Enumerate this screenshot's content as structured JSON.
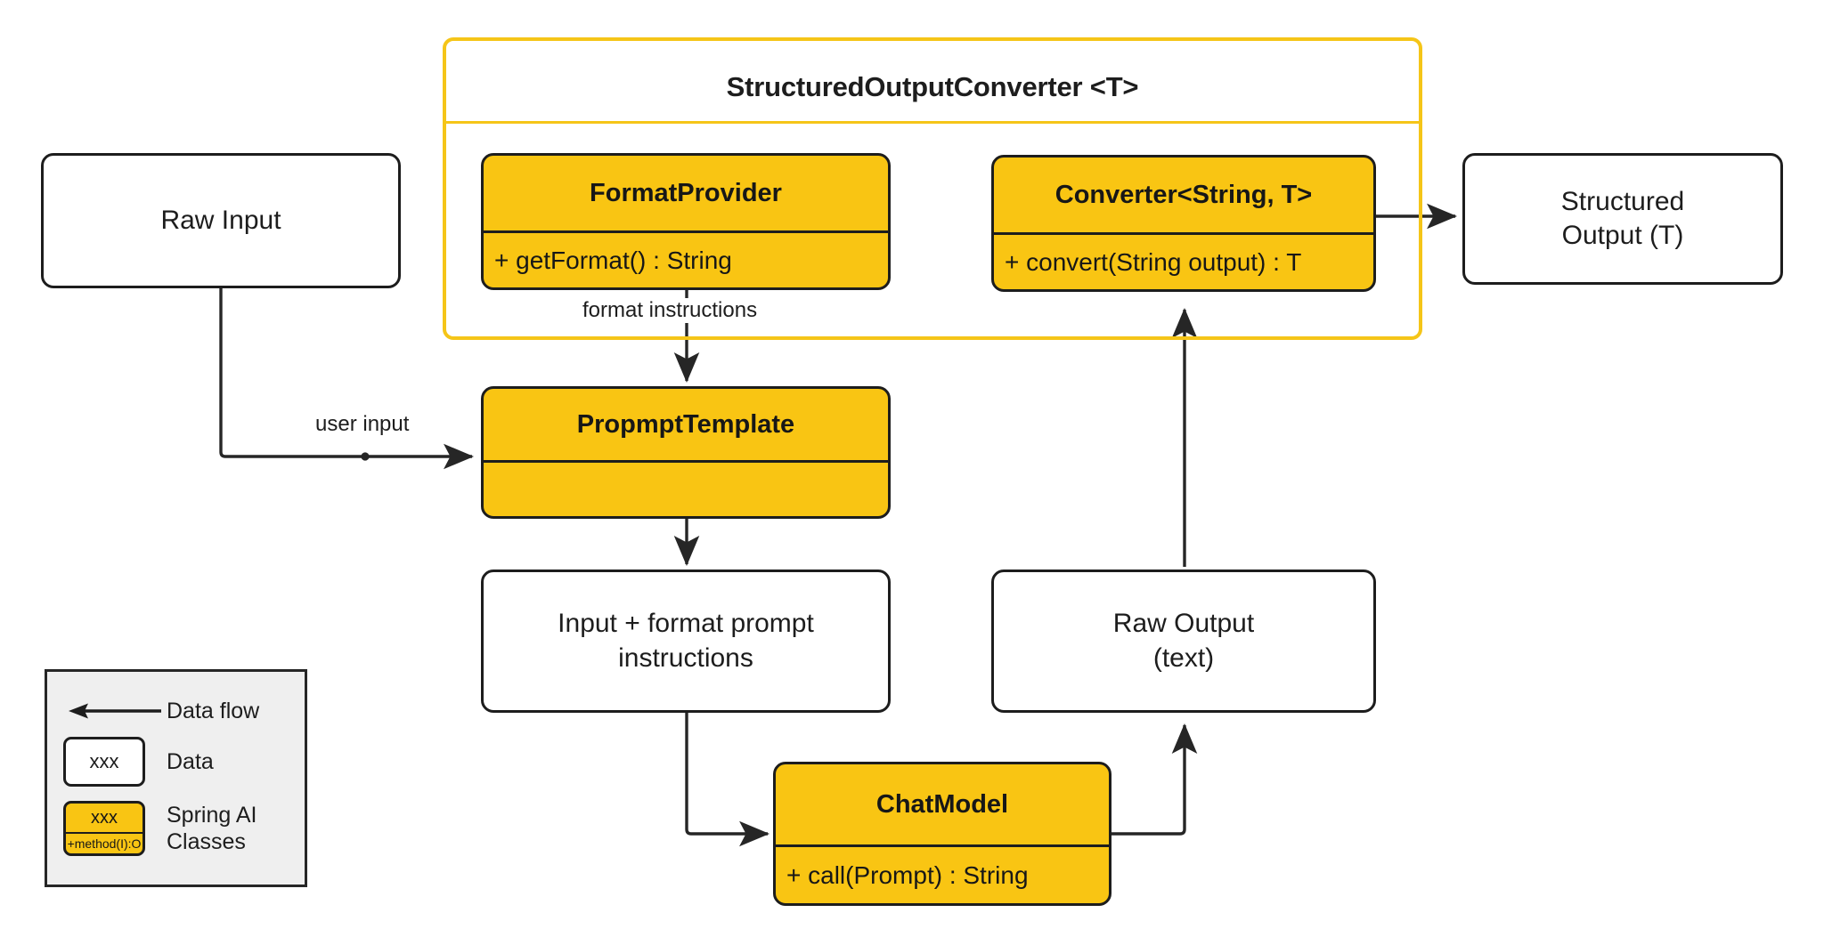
{
  "diagram": {
    "title": "StructuredOutputConverter <T>",
    "accent_yellow": "#f9c513",
    "group_border_yellow": "#f5c518",
    "stroke_dark": "#1d1d1d",
    "legend_bg": "#efefef"
  },
  "nodes": {
    "raw_input": {
      "label": "Raw Input"
    },
    "format_provider": {
      "title": "FormatProvider",
      "method": "+ getFormat() : String"
    },
    "converter": {
      "title": "Converter<String, T>",
      "method": "+ convert(String output) : T"
    },
    "structured_output": {
      "line1": "Structured",
      "line2": "Output (T)"
    },
    "prompt_template": {
      "title": "PropmptTemplate",
      "method": ""
    },
    "input_format_prompt": {
      "line1": "Input + format prompt",
      "line2": "instructions"
    },
    "raw_output": {
      "line1": "Raw Output",
      "line2": "(text)"
    },
    "chat_model": {
      "title": "ChatModel",
      "method": "+ call(Prompt) : String"
    }
  },
  "edge_labels": {
    "format_instructions": "format instructions",
    "user_input": "user input"
  },
  "legend": {
    "rows": [
      {
        "icon": "left-arrow-icon",
        "label": "Data flow"
      },
      {
        "icon": "white-box-icon",
        "sample": "xxx",
        "label": "Data"
      },
      {
        "icon": "yellow-class-box-icon",
        "sample_title": "xxx",
        "sample_method": "+method(I):O",
        "label_line1": "Spring AI",
        "label_line2": "Classes"
      }
    ]
  }
}
